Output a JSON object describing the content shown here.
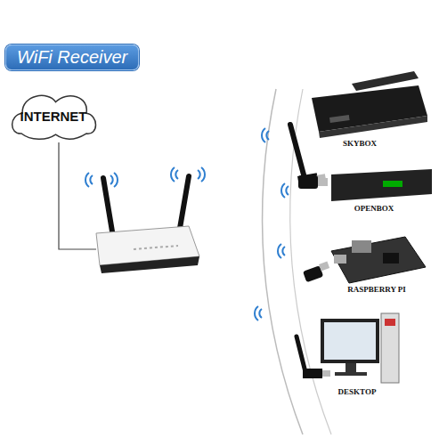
{
  "diagram": {
    "title": "WiFi Receiver",
    "nodes": [
      {
        "text": [
          "INTERNET"
        ]
      }
    ],
    "labels": [
      "SKYBOX",
      "OPENBOX",
      "RASPBERRY PI",
      "DESKTOP"
    ]
  }
}
